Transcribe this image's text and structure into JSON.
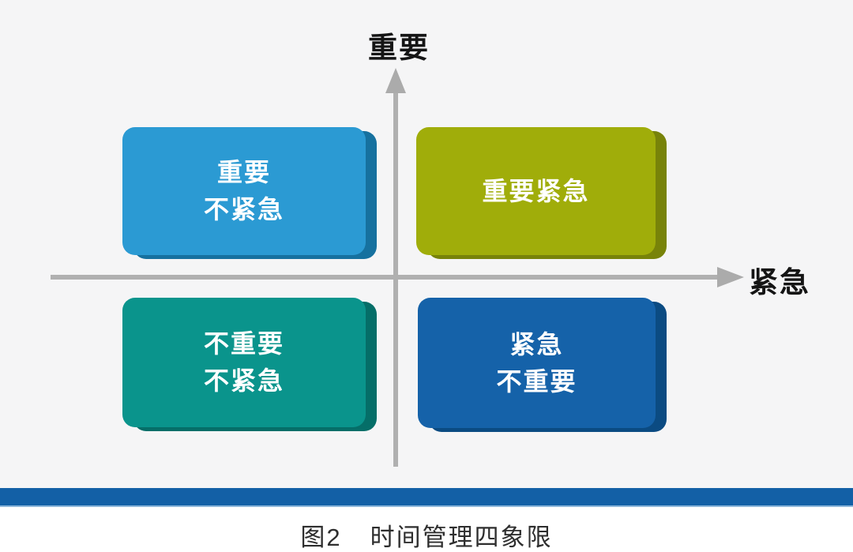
{
  "figure": {
    "y_axis_label": "重要",
    "x_axis_label": "紧急",
    "axis_color": "#ababab",
    "background_color": "#f5f5f6",
    "quadrants": {
      "top_left": {
        "lines": [
          "重要",
          "不紧急"
        ],
        "color": "#2b9ad3",
        "edge_color": "#16719f"
      },
      "top_right": {
        "lines": [
          "重要紧急"
        ],
        "color": "#a0ad0a",
        "edge_color": "#788309"
      },
      "bottom_left": {
        "lines": [
          "不重要",
          "不紧急"
        ],
        "color": "#0a948c",
        "edge_color": "#056e68"
      },
      "bottom_right": {
        "lines": [
          "紧急",
          "不重要"
        ],
        "color": "#1562a9",
        "edge_color": "#0b4b82"
      }
    },
    "divider_bar_color": "#1360a6",
    "caption": {
      "figure_number": "图2",
      "title": "时间管理四象限"
    }
  }
}
